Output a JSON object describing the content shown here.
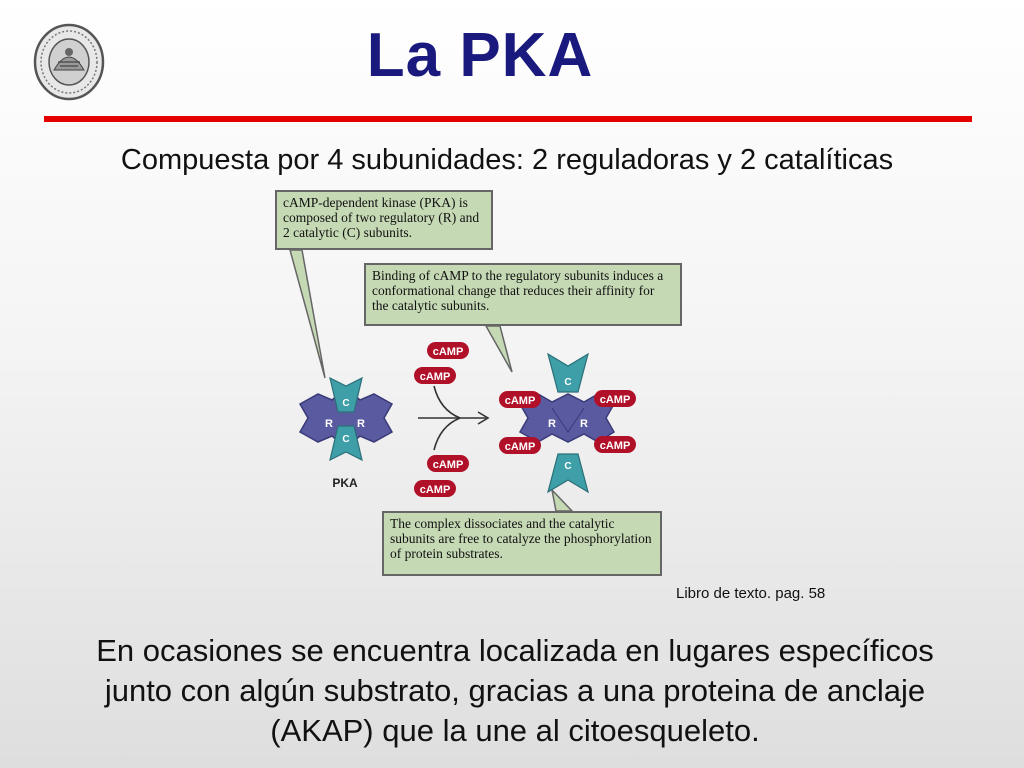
{
  "slide": {
    "title": "La PKA",
    "subtitle": "Compuesta por 4 subunidades: 2 reguladoras y 2 catalíticas",
    "source_note": "Libro de texto. pag. 58",
    "bottom_text": "En ocasiones se encuentra localizada en lugares específicos junto con algún substrato, gracias a una proteina de anclaje (AKAP) que la une al citoesqueleto."
  },
  "figure": {
    "callout_1": "cAMP-dependent kinase (PKA) is composed of two regulatory (R) and 2 catalytic (C) subunits.",
    "callout_2": "Binding of cAMP to the regulatory subunits induces a conformational change that reduces their affinity for the catalytic subunits.",
    "callout_3": "The complex dissociates and the catalytic subunits are free to catalyze the phosphorylation of protein substrates.",
    "r_label": "R",
    "c_label": "C",
    "pka_label": "PKA",
    "camp_label": "cAMP"
  },
  "colors": {
    "title": "#1a1a7e",
    "rule": "#e50000",
    "regulatory": "#5a5aa0",
    "catalytic": "#3f9fa8",
    "camp": "#b01028",
    "callout": "#c6d9b5"
  },
  "icons": {
    "seal": "university-seal-icon"
  }
}
